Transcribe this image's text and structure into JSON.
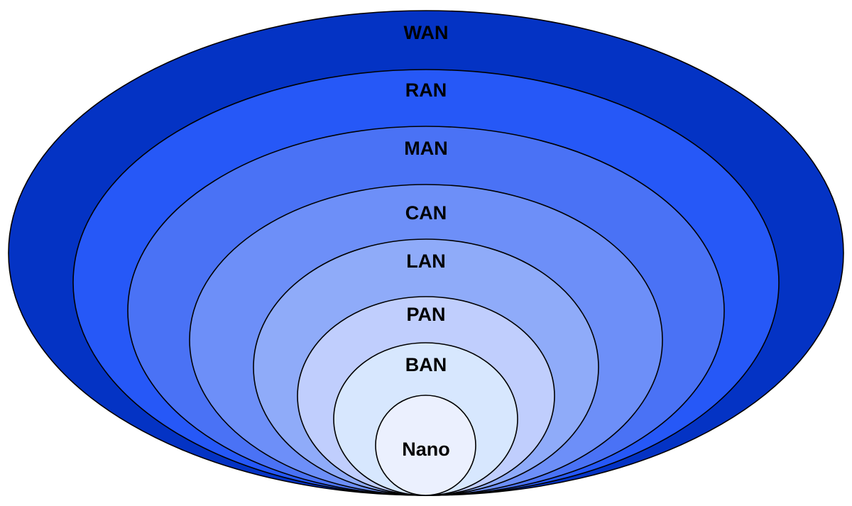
{
  "diagram": {
    "type": "nested-ellipses",
    "description": "Network scale hierarchy from largest to smallest",
    "layers": [
      {
        "name": "WAN",
        "color": "#0433c4"
      },
      {
        "name": "RAN",
        "color": "#2658f7"
      },
      {
        "name": "MAN",
        "color": "#4a72f5"
      },
      {
        "name": "CAN",
        "color": "#6d8ff8"
      },
      {
        "name": "LAN",
        "color": "#8fabf9"
      },
      {
        "name": "PAN",
        "color": "#c0cefd"
      },
      {
        "name": "BAN",
        "color": "#d7e7fe"
      },
      {
        "name": "Nano",
        "color": "#ebf0fe"
      }
    ]
  }
}
